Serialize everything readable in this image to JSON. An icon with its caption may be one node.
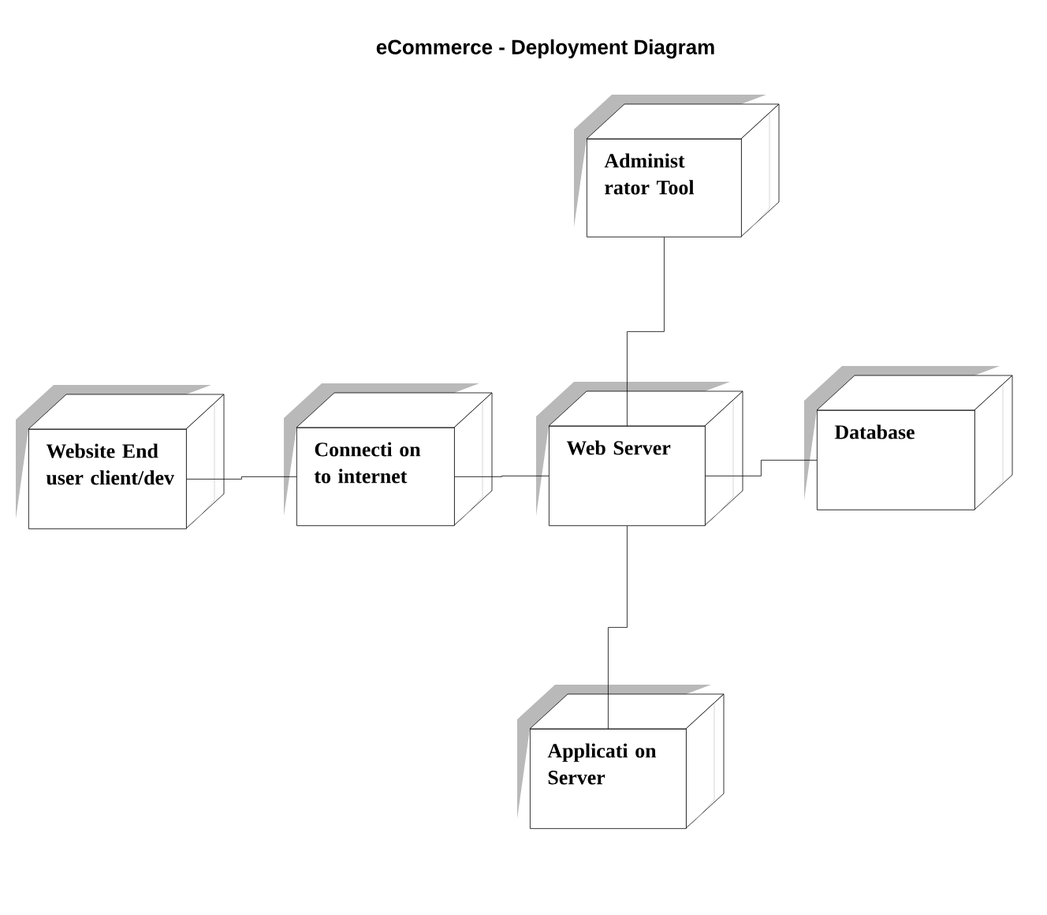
{
  "diagram": {
    "title": "eCommerce - Deployment Diagram",
    "nodes": [
      {
        "text": [
          "Administ rator Tool"
        ]
      },
      {
        "text": [
          "Website End user client/dev"
        ]
      },
      {
        "text": [
          "Connecti on to internet"
        ]
      },
      {
        "text": [
          "Web Server"
        ]
      },
      {
        "text": [
          "Database"
        ]
      },
      {
        "text": [
          "Applicati on Server"
        ]
      }
    ],
    "edges": [
      {
        "from": 1,
        "to": 2,
        "arrow": "none"
      },
      {
        "from": 2,
        "to": 3,
        "arrow": "none"
      },
      {
        "from": 0,
        "to": 3,
        "arrow": "none"
      },
      {
        "from": 3,
        "to": 4,
        "arrow": "none"
      },
      {
        "from": 3,
        "to": 5,
        "arrow": "none"
      }
    ]
  }
}
